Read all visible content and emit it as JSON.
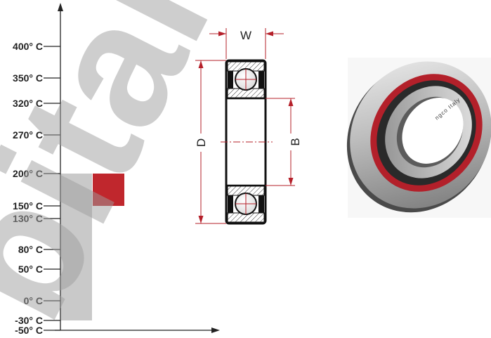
{
  "temperature_scale": {
    "ticks": [
      {
        "label": "400° C",
        "value": 400
      },
      {
        "label": "350° C",
        "value": 350
      },
      {
        "label": "320° C",
        "value": 320
      },
      {
        "label": "270° C",
        "value": 270
      },
      {
        "label": "200° C",
        "value": 200
      },
      {
        "label": "150° C",
        "value": 150
      },
      {
        "label": "130° C",
        "value": 130
      },
      {
        "label": "80° C",
        "value": 80
      },
      {
        "label": "50° C",
        "value": 50
      },
      {
        "label": "0° C",
        "value": 0
      },
      {
        "label": "-30° C",
        "value": -30
      },
      {
        "label": "-50° C",
        "value": -50
      }
    ],
    "ranges": [
      {
        "from": -30,
        "to": 200,
        "color": "#c9c9c9"
      },
      {
        "from": 150,
        "to": 200,
        "color": "#c0272d"
      }
    ]
  },
  "bearing_drawing": {
    "labels": {
      "width": "W",
      "outer_diameter": "D",
      "bore": "B"
    },
    "dimension_color": "#b5202a"
  },
  "watermark": "bitalia",
  "photo": {
    "brand_text": "ngco Italy",
    "seal_color": "#b3202a"
  }
}
